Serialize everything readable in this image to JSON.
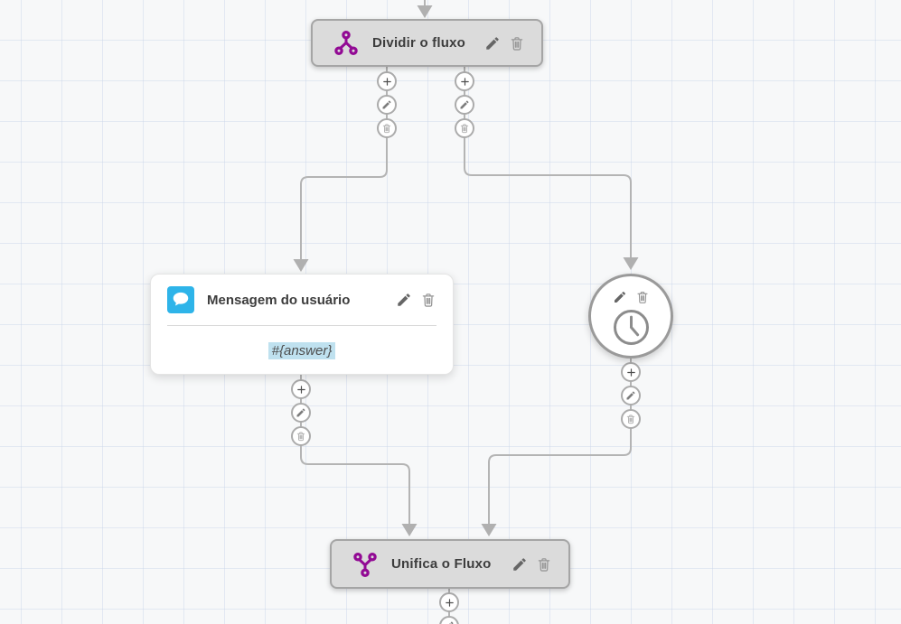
{
  "app": {
    "name": "flow builder canvas"
  },
  "colors": {
    "background": "#f7f8f9",
    "grid_line": "#e7ebf2",
    "connector": "#b4b4b4",
    "node_gray_fill": "#dbdbdb",
    "node_gray_border": "#a5a5a5",
    "purple_accent": "#920a94",
    "blue_accent": "#2eb4e9",
    "variable_highlight": "#bfe1ef",
    "title_text": "#3d3d3d"
  },
  "icons": {
    "split-flow-icon": "one dot branching into two dots (purple)",
    "merge-flow-icon": "two dots merging into one dot (purple)",
    "chat-bubble-icon": "white speech bubble on blue tile",
    "clock-icon": "clock face outline",
    "edit-icon": "pencil",
    "delete-icon": "trash can",
    "add-icon": "plus"
  },
  "nodes": {
    "split": {
      "title": "Dividir o fluxo"
    },
    "user_message": {
      "title": "Mensagem do usuário",
      "body_variable": "#{answer}"
    },
    "timer": {
      "title": ""
    },
    "merge": {
      "title": "Unifica o Fluxo"
    }
  }
}
